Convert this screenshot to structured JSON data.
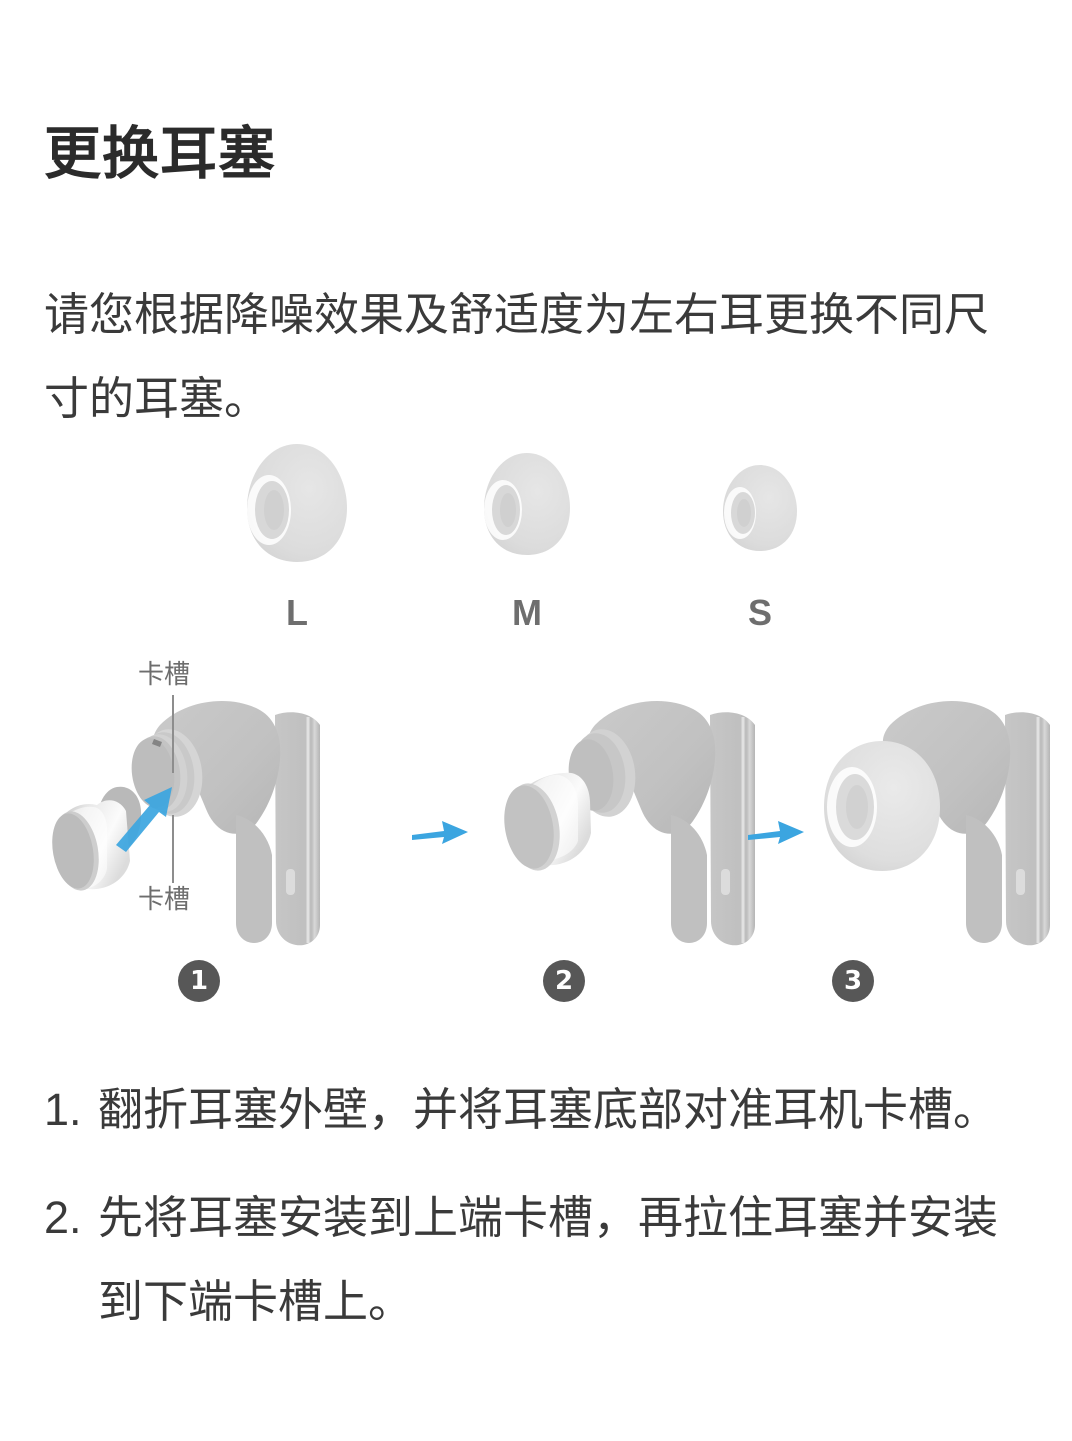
{
  "document": {
    "title": "更换耳塞",
    "intro": "请您根据降噪效果及舒适度为左右耳更换不同尺寸的耳塞。"
  },
  "ear_tip_sizes": [
    {
      "label": "L",
      "name": "large"
    },
    {
      "label": "M",
      "name": "medium"
    },
    {
      "label": "S",
      "name": "small"
    }
  ],
  "diagram": {
    "slot_label_top": "卡槽",
    "slot_label_bottom": "卡槽",
    "steps": [
      {
        "badge": "1"
      },
      {
        "badge": "2"
      },
      {
        "badge": "3"
      }
    ]
  },
  "instructions": [
    {
      "marker": "1.",
      "text": "翻折耳塞外壁，并将耳塞底部对准耳机卡槽。"
    },
    {
      "marker": "2.",
      "text": "先将耳塞安装到上端卡槽，再拉住耳塞并安装到下端卡槽上。"
    }
  ],
  "colors": {
    "arrow_blue": "#3ba5e0",
    "earbud_gray": "#c2c2c2",
    "tip_gray": "#dcdcdc",
    "badge_gray": "#575757",
    "text_dark": "#3a3a3a",
    "title_dark": "#2b2b2b"
  }
}
